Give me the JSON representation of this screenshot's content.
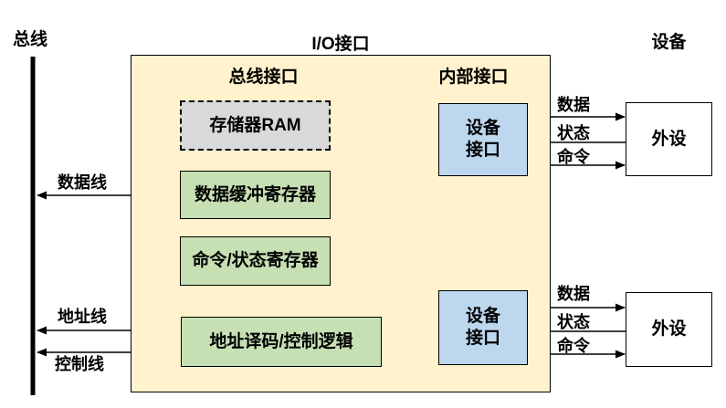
{
  "diagram": {
    "title": "I/O接口",
    "bus_label": "总线",
    "devices_label": "设备",
    "sections": {
      "bus_interface": "总线接口",
      "internal_interface": "内部接口"
    },
    "blocks": {
      "ram": "存储器RAM",
      "data_buffer_register": "数据缓冲寄存器",
      "command_status_register": "命令/状态寄存器",
      "address_decode_control_logic": "地址译码/控制逻辑",
      "device_interface_line1": "设备",
      "device_interface_line2": "接口",
      "peripheral": "外设"
    },
    "bus_line_labels": {
      "data": "数据线",
      "address": "地址线",
      "control": "控制线"
    },
    "channel_labels": {
      "data": "数据",
      "status": "状态",
      "command": "命令"
    },
    "colors": {
      "io_box_fill": "#FFF2CC",
      "register_fill": "#C6E0B4",
      "device_interface_fill": "#BDD7EE",
      "ram_fill": "#D9D9D9",
      "line_color": "#000000",
      "background": "#FFFFFF"
    }
  }
}
